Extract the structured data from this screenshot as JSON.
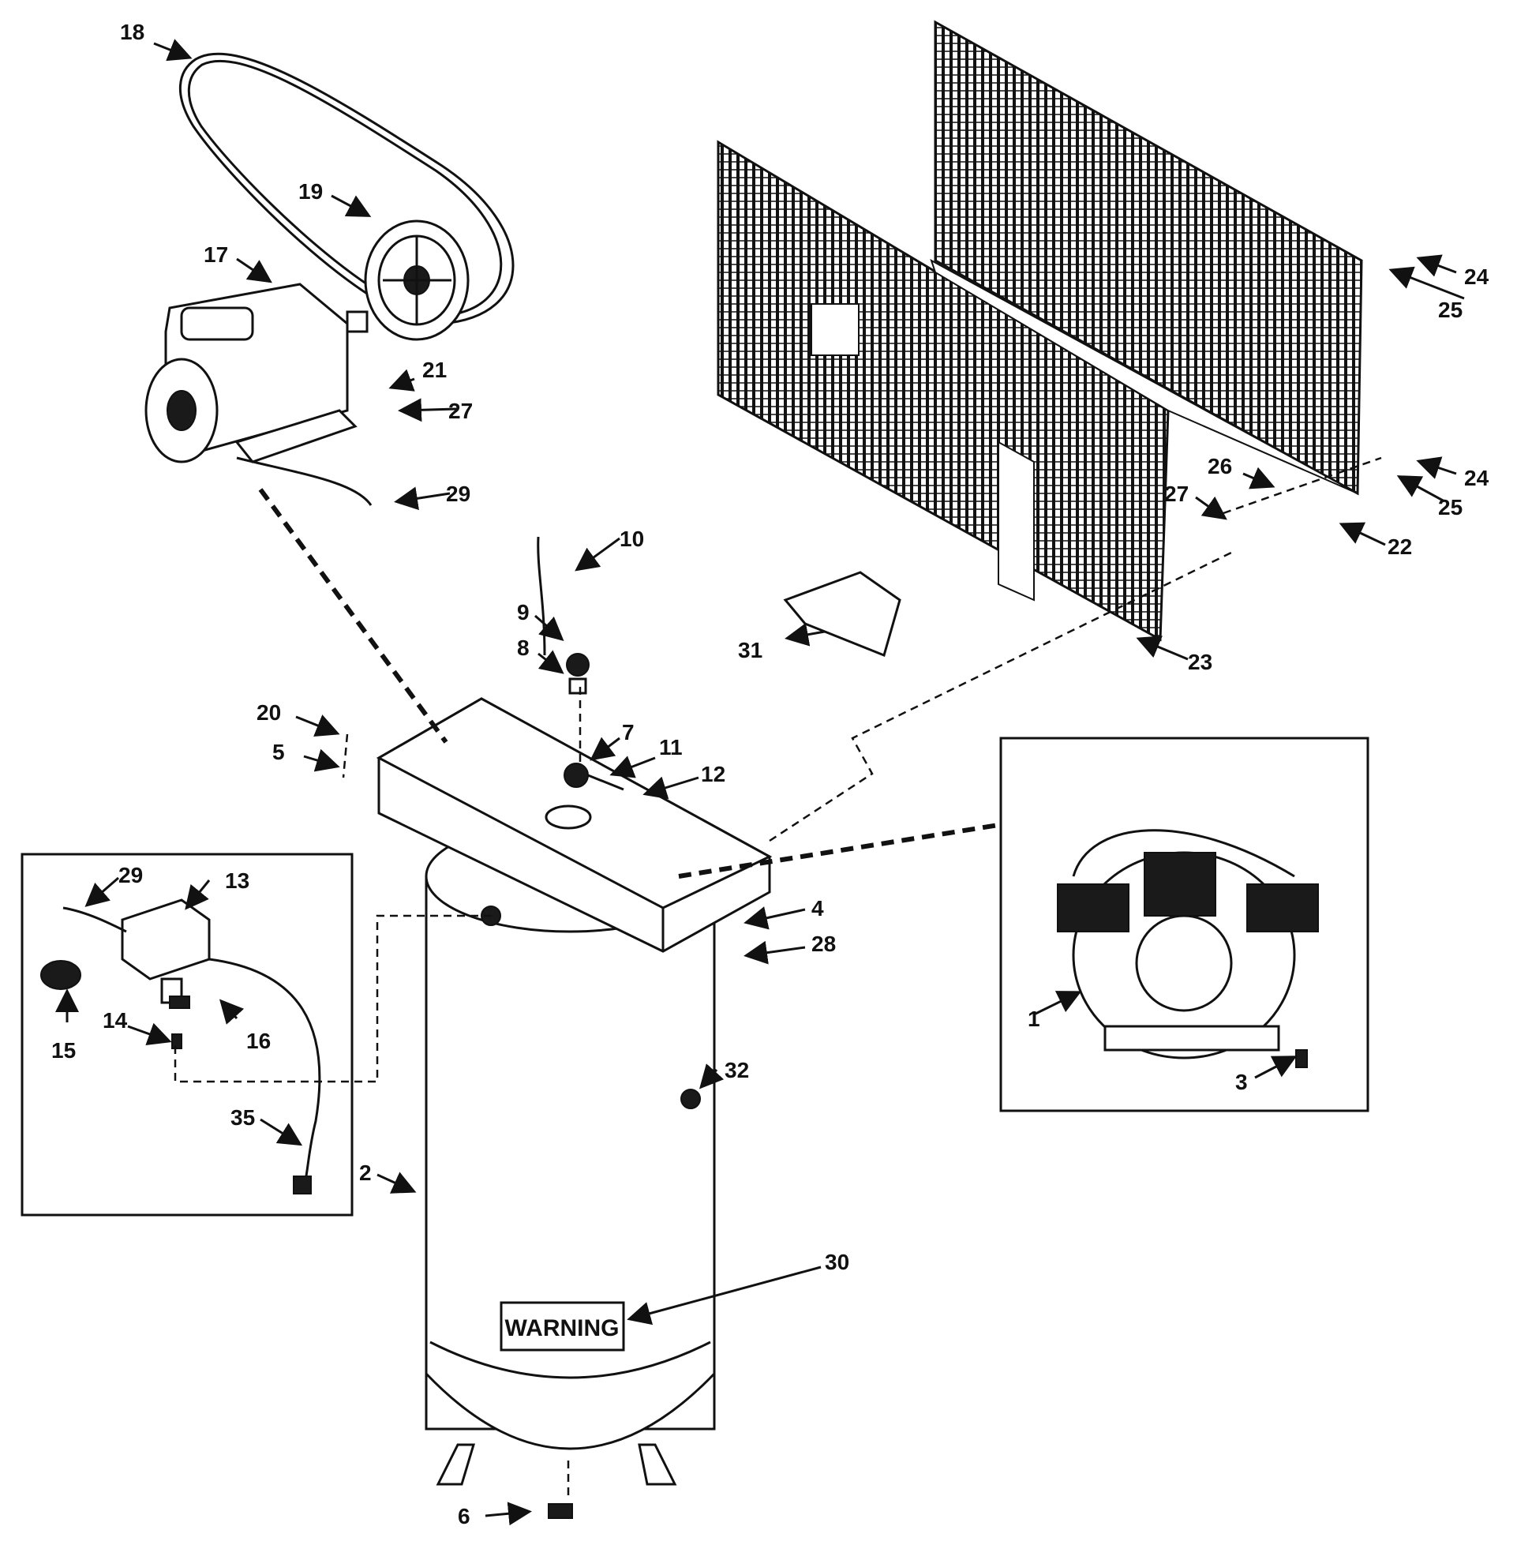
{
  "warning_label": "WARNING",
  "callouts": {
    "c1": "1",
    "c2": "2",
    "c3": "3",
    "c4": "4",
    "c5": "5",
    "c6": "6",
    "c7": "7",
    "c8": "8",
    "c9": "9",
    "c10": "10",
    "c11": "11",
    "c12": "12",
    "c13": "13",
    "c14": "14",
    "c15": "15",
    "c16": "16",
    "c17": "17",
    "c18": "18",
    "c19": "19",
    "c20": "20",
    "c21": "21",
    "c22": "22",
    "c23": "23",
    "c24a": "24",
    "c24b": "24",
    "c25a": "25",
    "c25b": "25",
    "c26": "26",
    "c27a": "27",
    "c27b": "27",
    "c28": "28",
    "c29a": "29",
    "c29b": "29",
    "c30": "30",
    "c31": "31",
    "c32": "32",
    "c35": "35"
  }
}
